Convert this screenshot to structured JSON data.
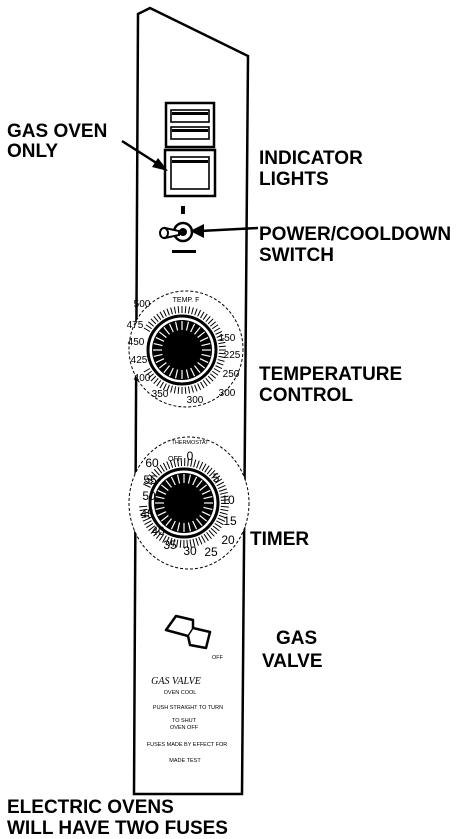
{
  "callouts": {
    "gas_oven_only": [
      "GAS OVEN",
      "ONLY"
    ],
    "indicator_lights": [
      "INDICATOR",
      "LIGHTS"
    ],
    "power_switch": [
      "POWER/COOLDOWN",
      "SWITCH"
    ],
    "temperature_control": [
      "TEMPERATURE",
      "CONTROL"
    ],
    "timer": [
      "TIMER"
    ],
    "gas_valve": [
      "GAS",
      "VALVE"
    ],
    "electric_ovens": [
      "ELECTRIC OVENS",
      "WILL HAVE TWO FUSES"
    ]
  },
  "temp_dial": {
    "title": "TEMP. F",
    "numbers": [
      "500",
      "475",
      "450",
      "425",
      "400",
      "350",
      "300",
      "300",
      "250",
      "225",
      "150"
    ]
  },
  "timer_dial": {
    "title": "THERMOSTAT",
    "numbers": [
      "60",
      "OFF",
      "0",
      "5",
      "10",
      "15",
      "20",
      "25",
      "30",
      "35",
      "40",
      "45",
      "50",
      "55"
    ]
  },
  "panel_labels": {
    "gas_valve_off": "OFF",
    "gas_valve_title": "GAS VALVE",
    "oven_cool": "OVEN COOL",
    "push_line1": "PUSH STRAIGHT TO TURN",
    "to_shut": "TO SHUT",
    "oven_off": "OVEN OFF",
    "fuse_line": "FUSES MADE BY EFFECT FOR",
    "bottom_small": "MADE TEST"
  },
  "colors": {
    "ink": "#000000",
    "panel": "#ffffff"
  }
}
